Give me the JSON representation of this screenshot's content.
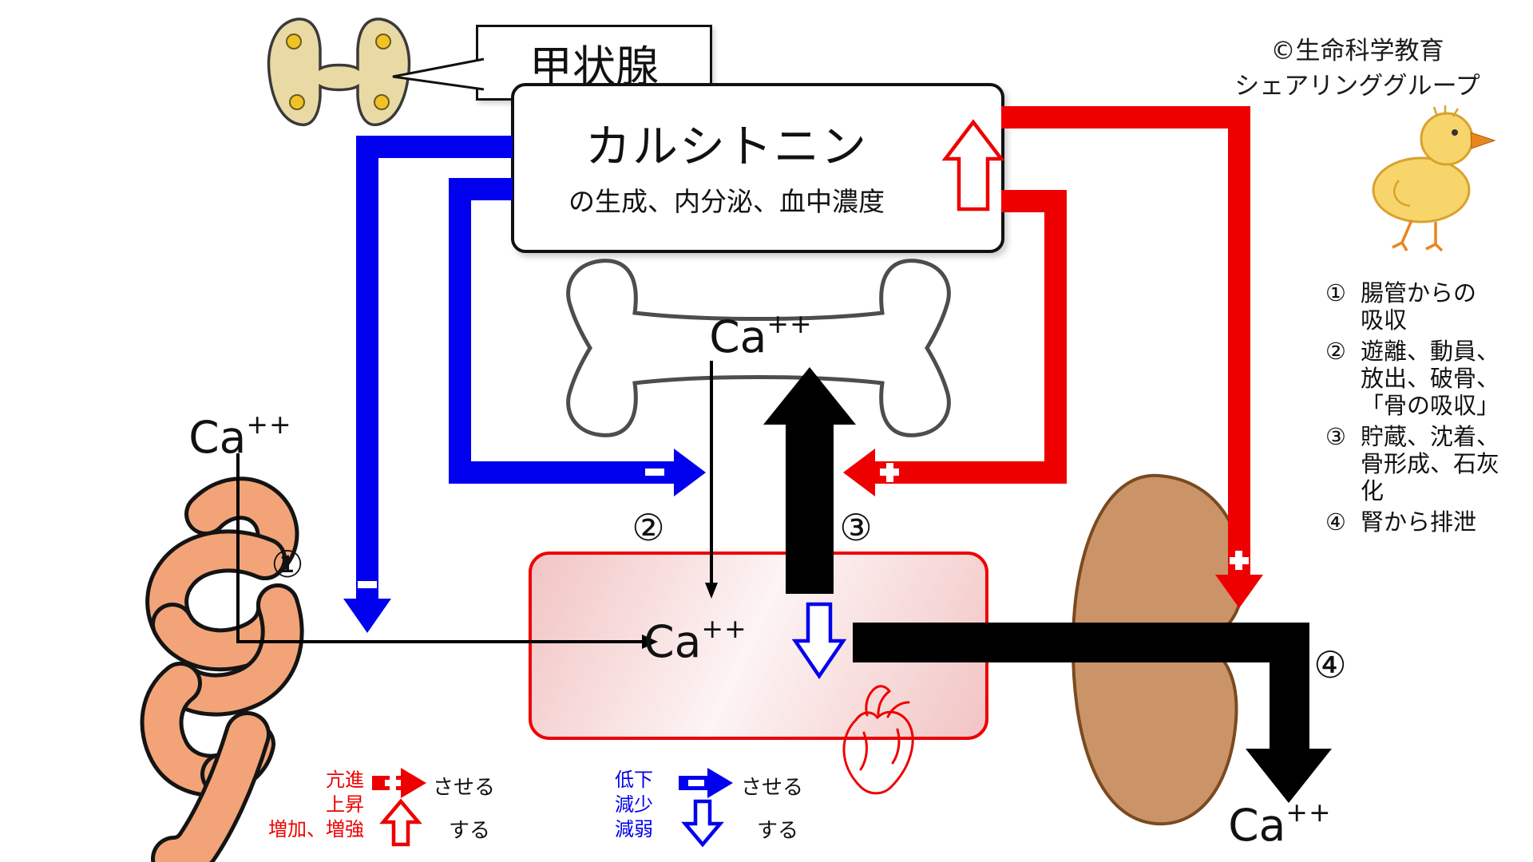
{
  "colors": {
    "red": "#ee0000",
    "blue": "#0000ee",
    "box_pink": "#f2c4c4",
    "thyroid_fill": "#e9d9a5",
    "intestine_fill": "#f2a478",
    "kidney_fill": "#cb9468",
    "bone_stroke": "#4d4d4d",
    "chick_yellow": "#f7d56a"
  },
  "thyroid": {
    "label": "甲状腺"
  },
  "hormone_box": {
    "title": "カルシトニン",
    "subtitle": "の生成、内分泌、血中濃度"
  },
  "credit": {
    "line1": "©生命科学教育",
    "line2": "シェアリンググループ"
  },
  "labels": {
    "bone_ca": {
      "base": "Ca",
      "sup": "++"
    },
    "intake_ca": {
      "base": "Ca",
      "sup": "++"
    },
    "blood_ca": {
      "base": "Ca",
      "sup": "++"
    },
    "urine_ca": {
      "base": "Ca",
      "sup": "++"
    }
  },
  "step_markers": {
    "s1": "①",
    "s2": "②",
    "s3": "③",
    "s4": "④"
  },
  "notes": [
    {
      "num": "①",
      "text": "腸管からの\n吸収"
    },
    {
      "num": "②",
      "text": "遊離、動員、\n放出、破骨、\n「骨の吸収」"
    },
    {
      "num": "③",
      "text": "貯蔵、沈着、\n骨形成、石灰\n化"
    },
    {
      "num": "④",
      "text": "腎から排泄"
    }
  ],
  "legend": {
    "increase": {
      "terms": [
        "亢進",
        "上昇",
        "増加、増強"
      ],
      "cause": "させる",
      "state": "する"
    },
    "decrease": {
      "terms": [
        "低下",
        "減少",
        "減弱"
      ],
      "cause": "させる",
      "state": "する"
    }
  }
}
